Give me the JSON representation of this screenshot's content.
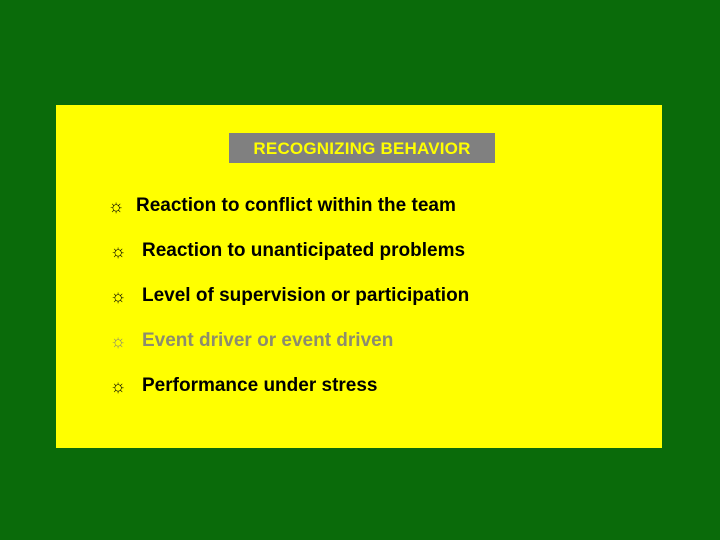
{
  "slide": {
    "background_color": "#0a6b0a",
    "panel_color": "#ffff00",
    "title": {
      "text": "RECOGNIZING BEHAVIOR",
      "text_color": "#ffff00",
      "box_color": "#808080"
    },
    "bullets": [
      {
        "icon": "sun-icon",
        "glyph": "☼",
        "label": "Reaction to conflict within the team",
        "color": "#000000",
        "muted": false
      },
      {
        "icon": "sun-icon",
        "glyph": "☼",
        "label": "Reaction to unanticipated problems",
        "color": "#000000",
        "muted": true
      },
      {
        "icon": "sun-icon",
        "glyph": "☼",
        "label": "Level of supervision or participation",
        "color": "#000000",
        "muted": true
      },
      {
        "icon": "sun-icon",
        "glyph": "☼",
        "label": "Event driver or event driven",
        "color": "#8c8c6e",
        "muted": true
      },
      {
        "icon": "sun-icon",
        "glyph": "☼",
        "label": "Performance under stress",
        "color": "#000000",
        "muted": true
      }
    ]
  }
}
